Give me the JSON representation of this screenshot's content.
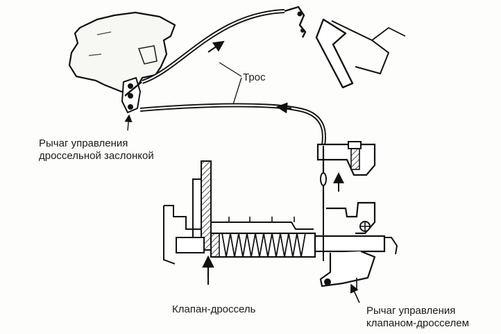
{
  "labels": {
    "cable": "Трос",
    "throttle_lever_line1": "Рычаг управления",
    "throttle_lever_line2": "дроссельной заслонкой",
    "throttle_valve": "Клапан-дроссель",
    "valve_lever_line1": "Рычаг управления",
    "valve_lever_line2": "клапаном-дросселем"
  }
}
